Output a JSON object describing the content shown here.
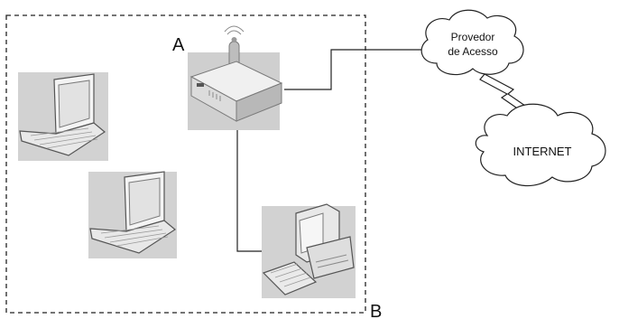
{
  "labels": {
    "router": "A",
    "network": "B",
    "provider_line1": "Provedor",
    "provider_line2": "de Acesso",
    "internet": "INTERNET"
  },
  "icons": {
    "router": "wireless-router-icon",
    "laptop_top": "laptop-icon",
    "laptop_bottom": "laptop-icon",
    "desktop": "desktop-computer-icon",
    "cloud_provider": "cloud-icon",
    "cloud_internet": "cloud-icon",
    "link": "lightning-link-icon"
  },
  "colors": {
    "line": "#222222",
    "device_shadow": "#c9c9c9",
    "device_fill": "#e6e6e6",
    "device_dark": "#8c8c8c",
    "screen": "#f2f2f2"
  }
}
